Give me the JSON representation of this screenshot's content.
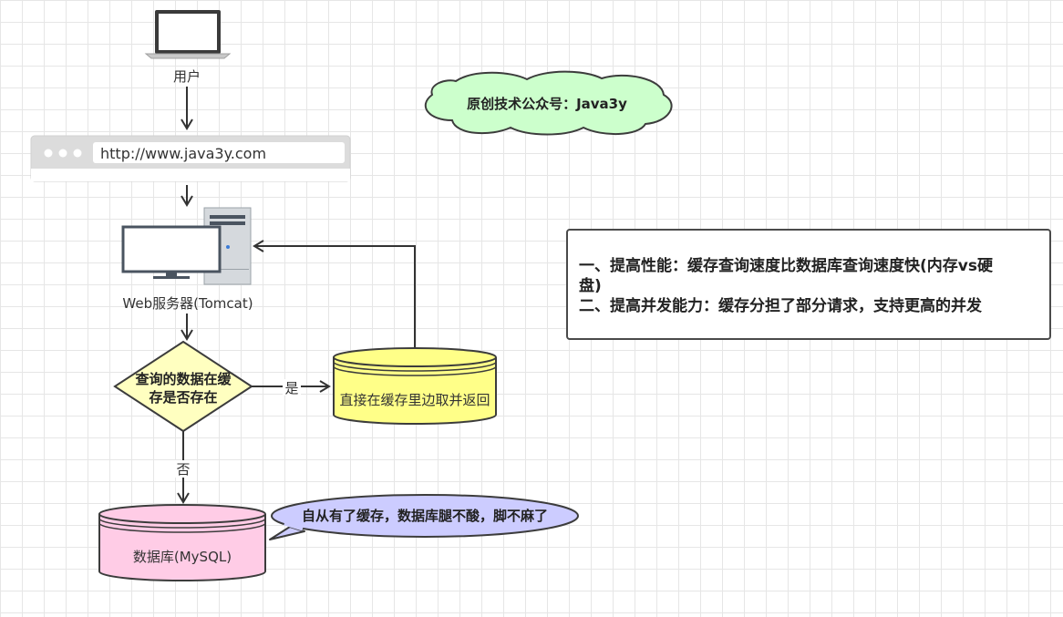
{
  "nodes": {
    "user_label": "用户",
    "browser_url": "http://www.java3y.com",
    "server_label": "Web服务器(Tomcat)",
    "decision_line1": "查询的数据在缓",
    "decision_line2": "存是否存在",
    "yes_label": "是",
    "no_label": "否",
    "cache_label": "直接在缓存里边取并返回",
    "db_label": "数据库(MySQL)",
    "cloud_text": "原创技术公众号：Java3y",
    "speech_text": "自从有了缓存，数据库腿不酸，脚不麻了"
  },
  "note": {
    "line1": "一、提高性能：缓存查询速度比数据库查询速度快(内存vs硬",
    "line2": "盘)",
    "line3": "二、提高并发能力：缓存分担了部分请求，支持更高的并发"
  },
  "colors": {
    "cloud_fill": "#ccffcc",
    "decision_fill": "#ffffc0",
    "cache_fill": "#ffff88",
    "db_fill": "#ffcce6",
    "speech_fill": "#ccccff",
    "stroke": "#3c3c3c"
  }
}
